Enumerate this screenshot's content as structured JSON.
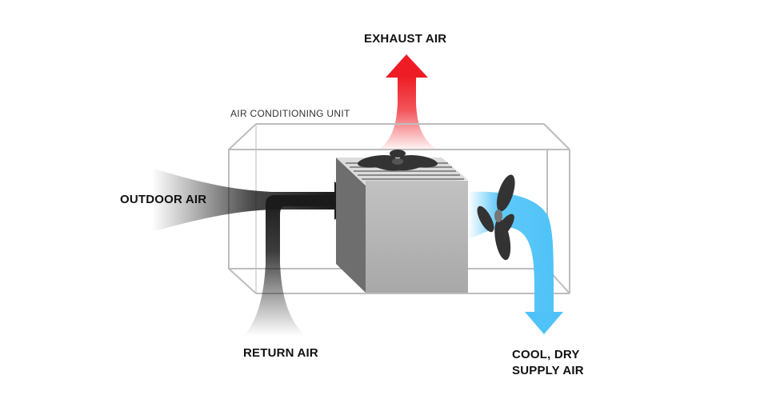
{
  "labels": {
    "exhaust_air": "EXHAUST AIR",
    "unit": "AIR CONDITIONING UNIT",
    "outdoor_air": "OUTDOOR AIR",
    "return_air": "RETURN AIR",
    "supply_air_line1": "COOL, DRY",
    "supply_air_line2": "SUPPLY AIR"
  },
  "colors": {
    "exhaust": "#ee1c24",
    "supply": "#4fc3f7",
    "flow_dark": "#1a1a1a",
    "unit_outline": "#bdbdbd",
    "box_front": "#b3b3b3",
    "box_side": "#6e6e6e",
    "box_top": "#dcdcdc"
  },
  "icons": {
    "top_fan": "fan-icon",
    "side_fan": "fan-icon"
  }
}
